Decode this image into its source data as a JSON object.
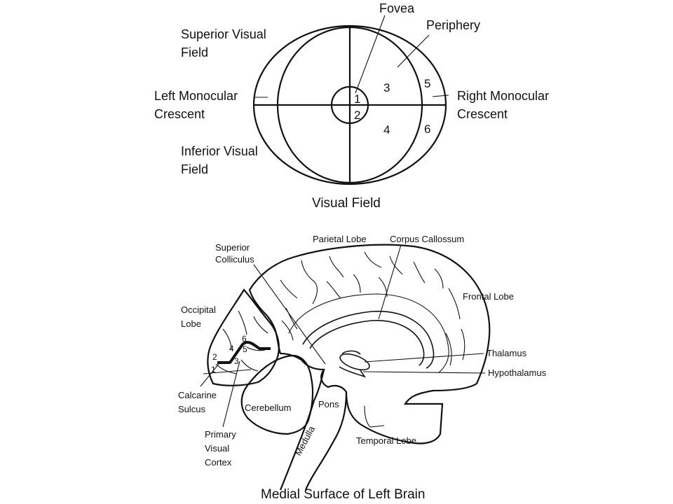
{
  "visual_field": {
    "fovea": "Fovea",
    "periphery": "Periphery",
    "superior_line1": "Superior Visual",
    "superior_line2": "Field",
    "left_crescent_line1": "Left Monocular",
    "left_crescent_line2": "Crescent",
    "right_crescent_line1": "Right Monocular",
    "right_crescent_line2": "Crescent",
    "inferior_line1": "Inferior Visual",
    "inferior_line2": "Field",
    "regions": [
      "1",
      "2",
      "3",
      "4",
      "5",
      "6"
    ],
    "title": "Visual Field"
  },
  "brain": {
    "parietal": "Parietal Lobe",
    "corpus": "Corpus Callossum",
    "superior_colliculus_line1": "Superior",
    "superior_colliculus_line2": "Colliculus",
    "frontal": "Frontal Lobe",
    "occipital_line1": "Occipital",
    "occipital_line2": "Lobe",
    "thalamus": "Thalamus",
    "hypothalamus": "Hypothalamus",
    "calcarine_line1": "Calcarine",
    "calcarine_line2": "Sulcus",
    "cerebellum": "Cerebellum",
    "pons": "Pons",
    "medulla": "Medulla",
    "primary_line1": "Primary",
    "primary_line2": "Visual",
    "primary_line3": "Cortex",
    "temporal": "Temporal Lobe",
    "cortex_regions": [
      "1",
      "2",
      "3",
      "4",
      "5",
      "6"
    ],
    "title": "Medial Surface of Left Brain"
  }
}
